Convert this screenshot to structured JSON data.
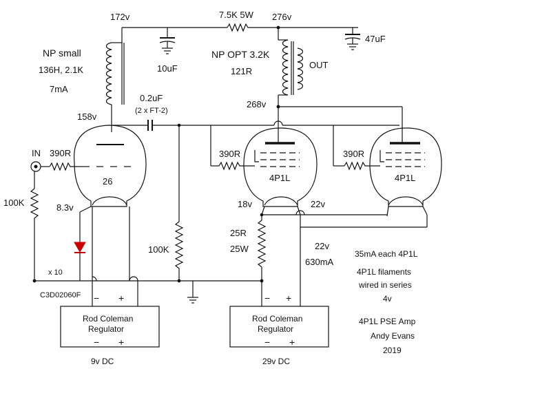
{
  "title": {
    "line1": "4P1L PSE Amp",
    "line2": "Andy Evans",
    "line3": "2019"
  },
  "input": {
    "in_label": "IN",
    "grid_res": "390R",
    "grid_leak": "100K"
  },
  "driver": {
    "tube": "26",
    "plate_v": "158v",
    "filament_v": "8.3v",
    "cathode_res": "100K",
    "diode": "C3D02060F",
    "mult": "x 10"
  },
  "choke": {
    "name": "NP small",
    "spec": "136H, 2.1K",
    "current": "7mA",
    "supply_v": "172v"
  },
  "coupling": {
    "value": "0.2uF",
    "note": "(2 x FT-2)"
  },
  "filter": {
    "cap1": "10uF",
    "res": "7.5K 5W",
    "node_v": "276v",
    "cap2": "47uF"
  },
  "opt": {
    "name": "NP OPT 3.2K",
    "dcr": "121R",
    "out": "OUT",
    "plate_v": "268v"
  },
  "output_tubes": {
    "tube1": "4P1L",
    "tube2": "4P1L",
    "grid1": "390R",
    "grid2": "390R",
    "fil_left": "18v",
    "fil_right": "22v"
  },
  "bias": {
    "res": "25R",
    "watt": "25W",
    "fil_v": "22v",
    "fil_i": "630mA"
  },
  "notes": {
    "n1": "35mA each 4P1L",
    "n2": "4P1L filaments",
    "n3": "wired in series",
    "n4": "4v"
  },
  "regulators": {
    "left": {
      "line1": "Rod Coleman",
      "line2": "Regulator",
      "minus": "−",
      "plus": "+",
      "supply": "9v DC"
    },
    "right": {
      "line1": "Rod Coleman",
      "line2": "Regulator",
      "minus": "−",
      "plus": "+",
      "supply": "29v DC"
    }
  },
  "icons": [
    "input-jack-icon",
    "ground-icon",
    "diode-icon",
    "resistor-icon",
    "capacitor-icon",
    "inductor-icon",
    "triode-icon",
    "pentode-icon"
  ]
}
